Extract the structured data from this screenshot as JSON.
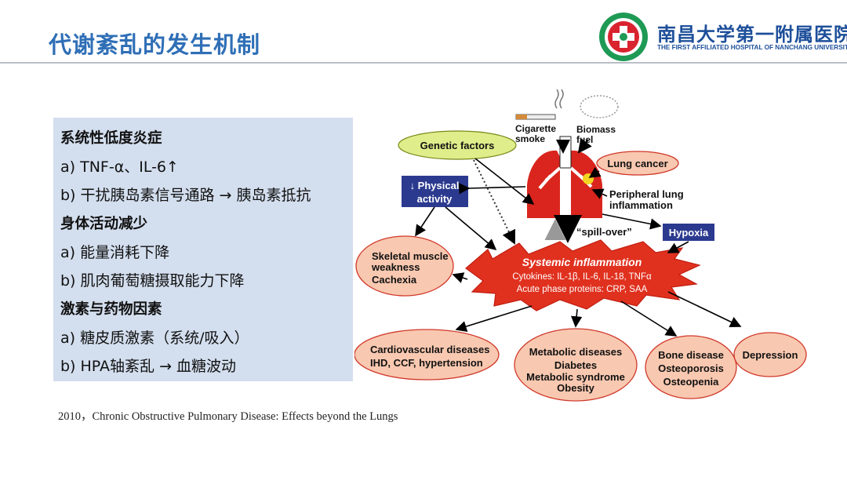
{
  "slide": {
    "title": "代谢紊乱的发生机制",
    "citation": "2010，Chronic Obstructive Pulmonary Disease: Effects beyond the Lungs"
  },
  "logo": {
    "name_cn": "南昌大学第一附属医院",
    "name_en": "THE FIRST AFFILIATED HOSPITAL OF NANCHANG UNIVERSITY",
    "colors": {
      "blue": "#1d4f9a",
      "red": "#d9232f",
      "green": "#1f9a55"
    }
  },
  "panel": {
    "lines": [
      "系统性低度炎症",
      "a)  TNF-α、IL-6↑",
      "b)  干扰胰岛素信号通路 → 胰岛素抵抗",
      "身体活动减少",
      "a)  能量消耗下降",
      "b)  肌肉葡萄糖摄取能力下降",
      "激素与药物因素",
      "a)  糖皮质激素（系统/吸入）",
      "b)  HPA轴紊乱 → 血糖波动"
    ]
  },
  "diagram": {
    "cigarette": [
      "Cigarette",
      "smoke"
    ],
    "biomass": [
      "Biomass",
      "fuel"
    ],
    "genetic": "Genetic factors",
    "lung_cancer": "Lung cancer",
    "physical": [
      "↓ Physical",
      "activity"
    ],
    "peripheral": [
      "Peripheral lung",
      "inflammation"
    ],
    "spill_over": "“spill-over”",
    "hypoxia": "Hypoxia",
    "skeletal": [
      "Skeletal muscle",
      "weakness",
      "Cachexia"
    ],
    "systemic_title": "Systemic inflammation",
    "cytokines": "Cytokines: IL-1β, IL-6, IL-18, TNFα",
    "acute": "Acute phase proteins: CRP, SAA",
    "cardio": [
      "Cardiovascular diseases",
      "IHD, CCF, hypertension"
    ],
    "metabolic": [
      "Metabolic diseases",
      "Diabetes",
      "Metabolic syndrome",
      "Obesity"
    ],
    "bone": [
      "Bone disease",
      "Osteoporosis",
      "Osteopenia"
    ],
    "depression": "Depression",
    "colors": {
      "lung_red": "#d9251d",
      "oval_fill": "#f8c8b0",
      "oval_stroke": "#d0382a",
      "genetic_fill": "#dfee8a",
      "box_blue": "#2b3a8f",
      "burst_red": "#e0311f"
    }
  }
}
